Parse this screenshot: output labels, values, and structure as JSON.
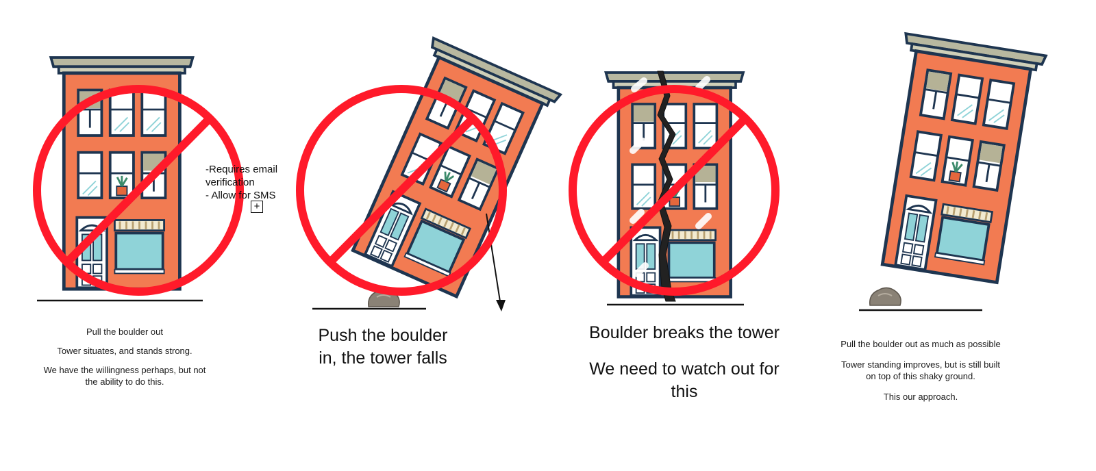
{
  "panels": [
    {
      "id": "pull-out",
      "captions": [
        "Pull the boulder out",
        "Tower situates, and stands strong.",
        "We have the willingness perhaps, but not the ability to do this."
      ],
      "crossed": true
    },
    {
      "id": "push-in",
      "captions": [
        "Push the boulder in, the tower falls"
      ],
      "crossed": true
    },
    {
      "id": "breaks",
      "captions": [
        "Boulder breaks the tower",
        "We need to watch out for this"
      ],
      "crossed": true
    },
    {
      "id": "approach",
      "captions": [
        "Pull the boulder out as much as possible",
        "Tower standing improves, but is still built on top of this shaky ground.",
        "This our approach."
      ],
      "crossed": false
    }
  ],
  "note": {
    "line1": "-Requires  email",
    "line2": "verification",
    "line3": "- Allow for SMS",
    "symbol": "+"
  },
  "colors": {
    "facade": "#f27b52",
    "outline": "#1e3550",
    "cornice": "#b8b8a0",
    "window_glass": "#ffffff",
    "window_shade": "#b5b296",
    "shop_glass": "#8fd3d8",
    "prohibition_red": "#ff1a2a",
    "ground": "#111111",
    "boulder": "#8a8276"
  }
}
